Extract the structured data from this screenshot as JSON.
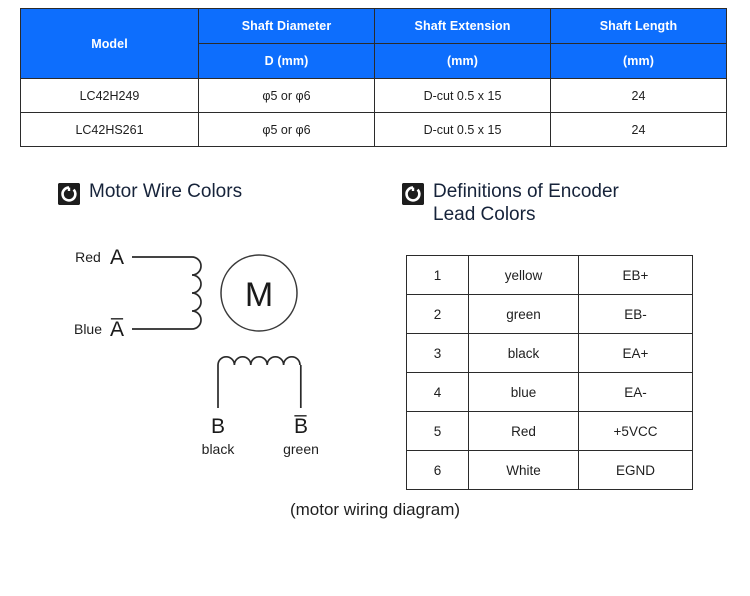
{
  "spec_table": {
    "headers_top": [
      "Model",
      "Shaft Diameter",
      "Shaft Extension",
      "Shaft Length"
    ],
    "headers_sub": [
      "D (mm)",
      "(mm)",
      "(mm)"
    ],
    "rows": [
      {
        "model": "LC42H249",
        "diameter": "φ5 or φ6",
        "extension": "D-cut 0.5 x 15",
        "length": "24"
      },
      {
        "model": "LC42HS261",
        "diameter": "φ5 or φ6",
        "extension": "D-cut 0.5 x 15",
        "length": "24"
      }
    ],
    "header_bg": "#0d6efd",
    "header_text_color": "#ffffff"
  },
  "sections": {
    "motor_wire_colors": {
      "icon": "target-ring-icon",
      "title": "Motor Wire Colors"
    },
    "encoder_lead_colors": {
      "icon": "target-ring-icon",
      "title": "Definitions of Encoder\nLead Colors"
    }
  },
  "wiring_diagram": {
    "motor_label": "M",
    "phase_a_top": {
      "color_label": "Red",
      "terminal": "A"
    },
    "phase_a_bottom": {
      "color_label": "Blue",
      "terminal": "A̅"
    },
    "phase_b_left": {
      "terminal": "B",
      "color_label": "black"
    },
    "phase_b_right": {
      "terminal": "B̅",
      "color_label": "green"
    },
    "caption": "(motor wiring diagram)"
  },
  "encoder_table": {
    "rows": [
      {
        "no": "1",
        "color": "yellow",
        "signal": "EB+"
      },
      {
        "no": "2",
        "color": "green",
        "signal": "EB-"
      },
      {
        "no": "3",
        "color": "black",
        "signal": "EA+"
      },
      {
        "no": "4",
        "color": "blue",
        "signal": "EA-"
      },
      {
        "no": "5",
        "color": "Red",
        "signal": "+5VCC"
      },
      {
        "no": "6",
        "color": "White",
        "signal": "EGND"
      }
    ]
  }
}
